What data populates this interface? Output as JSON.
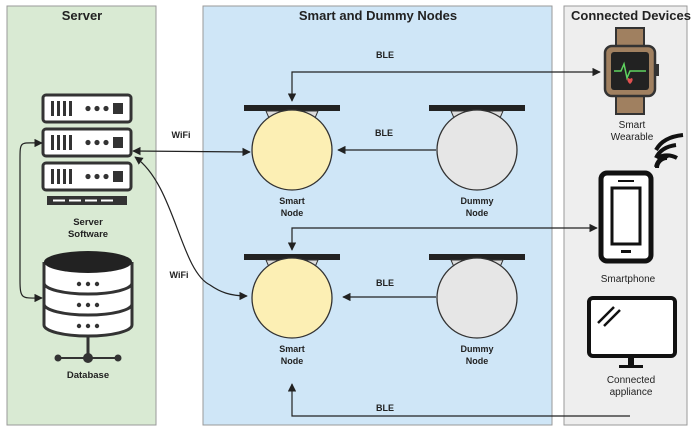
{
  "panels": {
    "server": {
      "title": "Server",
      "color": "#d9ead3"
    },
    "nodes": {
      "title": "Smart and Dummy Nodes",
      "color": "#cfe6f7"
    },
    "devices": {
      "title": "Connected Devices",
      "color": "#eeeeee"
    }
  },
  "server": {
    "software_label_line1": "Server",
    "software_label_line2": "Software",
    "database_label": "Database"
  },
  "nodes": {
    "top_smart_line1": "Smart",
    "top_smart_line2": "Node",
    "top_dummy_line1": "Dummy",
    "top_dummy_line2": "Node",
    "bottom_smart_line1": "Smart",
    "bottom_smart_line2": "Node",
    "bottom_dummy_line1": "Dummy",
    "bottom_dummy_line2": "Node",
    "smart_bulb_color": "#fcefb4",
    "dummy_bulb_color": "#e6e6e6"
  },
  "links": {
    "wifi_top": "WiFi",
    "wifi_bottom": "WiFi",
    "ble_wearable": "BLE",
    "ble_top_dummy": "BLE",
    "ble_bottom_dummy": "BLE",
    "ble_appliance": "BLE"
  },
  "devices": {
    "wearable_line1": "Smart",
    "wearable_line2": "Wearable",
    "smartphone": "Smartphone",
    "appliance_line1": "Connected",
    "appliance_line2": "appliance"
  }
}
